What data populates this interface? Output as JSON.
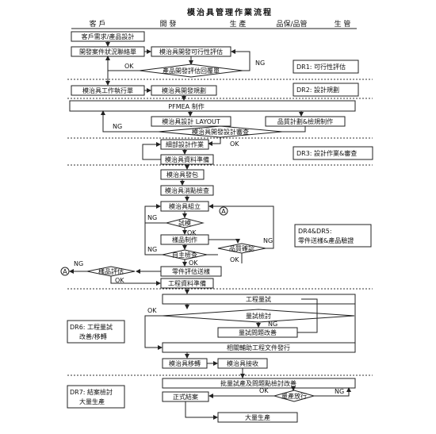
{
  "title": "模治具管理作業流程",
  "lanes": [
    "客 戶",
    "開 發",
    "生 產",
    "品保/品管",
    "生 管"
  ],
  "nodes": {
    "n1": "客戶需求/產品設計",
    "n2": "開發案件狀況聯絡單",
    "n3": "模治具開發可行性評估",
    "d1": "產品開發評估回覆單",
    "n4": "模治具工作執行單",
    "n5": "模治具開發規劃",
    "n6": "PFMEA 制作",
    "n7": "模治具設計 LAYOUT",
    "n8": "品質計劃&檢規制作",
    "d2": "模治具開發設計審查",
    "n9": "細部設計作業",
    "n10": "模治具資料準備",
    "n11": "模治具發包",
    "n12": "模治具消點檢查",
    "n13": "模治具組立",
    "d3": "試模",
    "n14": "樣品制作",
    "d4": "品質確認",
    "d5": "自主檢查",
    "n15": "零件評估送樣",
    "d6": "樣品評估",
    "n16": "工程資料準備",
    "n17": "工程量試",
    "d7": "量試檢討",
    "n18": "量試問題改善",
    "n19": "相關輔助工程文件發行",
    "n20": "模治具移轉",
    "n21": "模治具接收",
    "n22": "批量試產及問題點檢討改善",
    "d8": "量產放行",
    "n23": "正式結案",
    "n24": "大量生產"
  },
  "labels": {
    "ok": "OK",
    "ng": "NG",
    "circle_a": "A"
  },
  "dr": {
    "dr1": "DR1: 可行性評估",
    "dr2": "DR2: 設計規劃",
    "dr3": "DR3: 設計作業&審查",
    "dr45_line1": "DR4&DR5:",
    "dr45_line2": "零件送樣&產品驗證",
    "dr6_line1": "DR6: 工程量試",
    "dr6_line2": "改善/移轉",
    "dr7_line1": "DR7: 結案檢討",
    "dr7_line2": "大量生產"
  }
}
